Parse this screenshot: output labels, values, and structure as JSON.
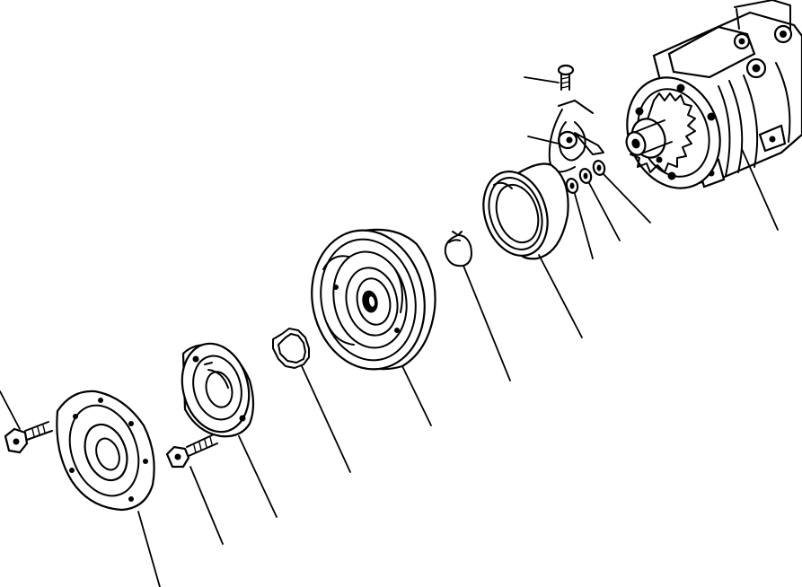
{
  "diagram": {
    "background": "#ffffff",
    "ink": "#000000",
    "parts": [
      "compressor-body",
      "lock-washer",
      "spring-washer",
      "flat-washer",
      "field-coil",
      "screw",
      "snap-ring",
      "pulley",
      "shim",
      "armature-plate",
      "bolt",
      "cover-plate",
      "flange-bolt"
    ]
  }
}
